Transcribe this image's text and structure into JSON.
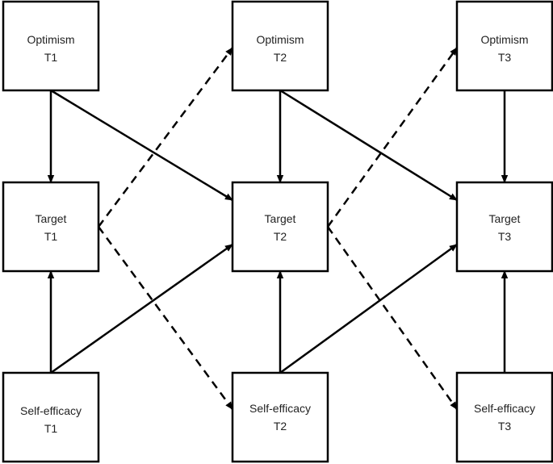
{
  "nodes": {
    "optimism_t1": {
      "line1": "Optimism",
      "line2": "T1"
    },
    "optimism_t2": {
      "line1": "Optimism",
      "line2": "T2"
    },
    "optimism_t3": {
      "line1": "Optimism",
      "line2": "T3"
    },
    "target_t1": {
      "line1": "Target",
      "line2": "T1"
    },
    "target_t2": {
      "line1": "Target",
      "line2": "T2"
    },
    "target_t3": {
      "line1": "Target",
      "line2": "T3"
    },
    "selfefficacy_t1": {
      "line1": "Self-efficacy",
      "line2": "T1"
    },
    "selfefficacy_t2": {
      "line1": "Self-efficacy",
      "line2": "T2"
    },
    "selfefficacy_t3": {
      "line1": "Self-efficacy",
      "line2": "T3"
    }
  },
  "edges": [
    {
      "from": "optimism_t1",
      "to": "target_t1",
      "style": "solid"
    },
    {
      "from": "optimism_t1",
      "to": "target_t2",
      "style": "solid"
    },
    {
      "from": "optimism_t2",
      "to": "target_t2",
      "style": "solid"
    },
    {
      "from": "optimism_t2",
      "to": "target_t3",
      "style": "solid"
    },
    {
      "from": "optimism_t3",
      "to": "target_t3",
      "style": "solid"
    },
    {
      "from": "selfefficacy_t1",
      "to": "target_t1",
      "style": "solid"
    },
    {
      "from": "selfefficacy_t1",
      "to": "target_t2",
      "style": "solid"
    },
    {
      "from": "selfefficacy_t2",
      "to": "target_t2",
      "style": "solid"
    },
    {
      "from": "selfefficacy_t2",
      "to": "target_t3",
      "style": "solid"
    },
    {
      "from": "selfefficacy_t3",
      "to": "target_t3",
      "style": "solid"
    },
    {
      "from": "target_t1",
      "to": "optimism_t2",
      "style": "dashed"
    },
    {
      "from": "target_t1",
      "to": "selfefficacy_t2",
      "style": "dashed"
    },
    {
      "from": "target_t2",
      "to": "optimism_t3",
      "style": "dashed"
    },
    {
      "from": "target_t2",
      "to": "selfefficacy_t3",
      "style": "dashed"
    }
  ],
  "colors": {
    "stroke": "#000000",
    "text": "#222222",
    "background": "#ffffff"
  }
}
